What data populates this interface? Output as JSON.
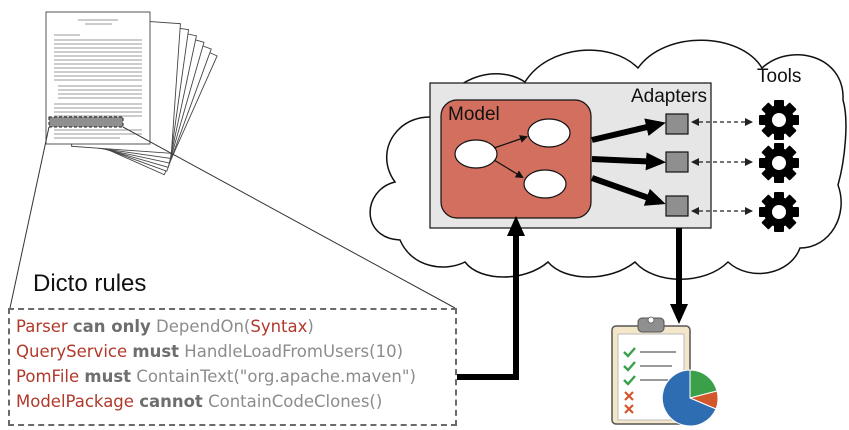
{
  "colors": {
    "rule_subject": "#b0392b",
    "rule_keyword": "#6e6e6e",
    "rule_predicate": "#8c8c8c",
    "model_fill": "#d36f5f",
    "adapter_fill": "#8f8f8f",
    "pie_blue": "#2f6db3",
    "pie_green": "#3aa04a",
    "pie_orange": "#d2572b"
  },
  "labels": {
    "dicto_title": "Dicto rules",
    "model": "Model",
    "adapters": "Adapters",
    "tools": "Tools"
  },
  "rules": [
    {
      "subject": "Parser",
      "keyword": "can only",
      "predicate": "DependOn(",
      "object": "Syntax",
      "tail": ")"
    },
    {
      "subject": "QueryService",
      "keyword": "must",
      "predicate": "HandleLoadFromUsers(10)",
      "object": "",
      "tail": ""
    },
    {
      "subject": "PomFile",
      "keyword": "must",
      "predicate": "ContainText(\"org.apache.maven\")",
      "object": "",
      "tail": ""
    },
    {
      "subject": "ModelPackage",
      "keyword": "cannot",
      "predicate": "ContainCodeClones()",
      "object": "",
      "tail": ""
    }
  ],
  "icons": {
    "document_stack": "document-stack-icon",
    "tool": "gear-icon",
    "report": "clipboard-report-icon"
  }
}
